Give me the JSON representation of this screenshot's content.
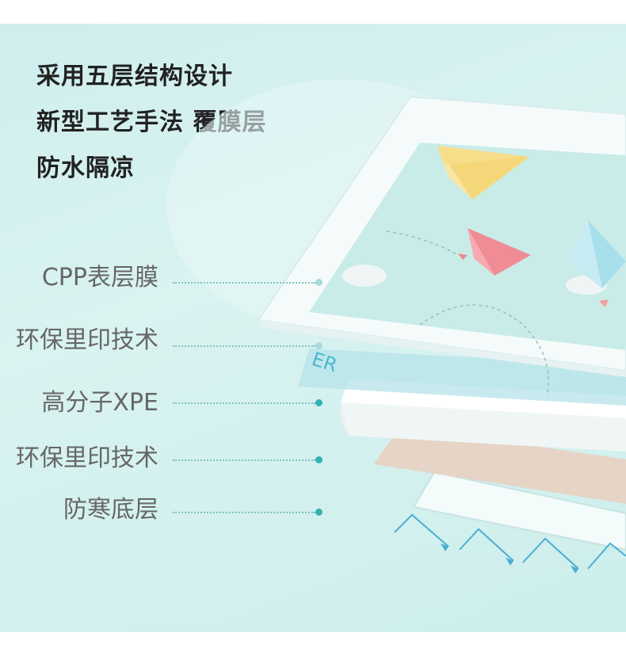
{
  "headline": {
    "line1": "采用五层结构设计",
    "line2": "新型工艺手法 覆膜层",
    "line3": "防水隔凉"
  },
  "layers": [
    {
      "label": "CPP表层膜"
    },
    {
      "label": "环保里印技术"
    },
    {
      "label": "高分子XPE"
    },
    {
      "label": "环保里印技术"
    },
    {
      "label": "防寒底层"
    }
  ],
  "print_text": "ER",
  "colors": {
    "background": "#d3f0ef",
    "leader": "#7fc3c1",
    "dot": "#32b3b2",
    "label": "#666666",
    "headline": "#222222",
    "arrow": "#4aaed3"
  },
  "icons": [
    "yellow-paper-plane-icon",
    "pink-paper-plane-icon",
    "blue-paper-plane-icon",
    "zigzag-arrow-icon"
  ]
}
